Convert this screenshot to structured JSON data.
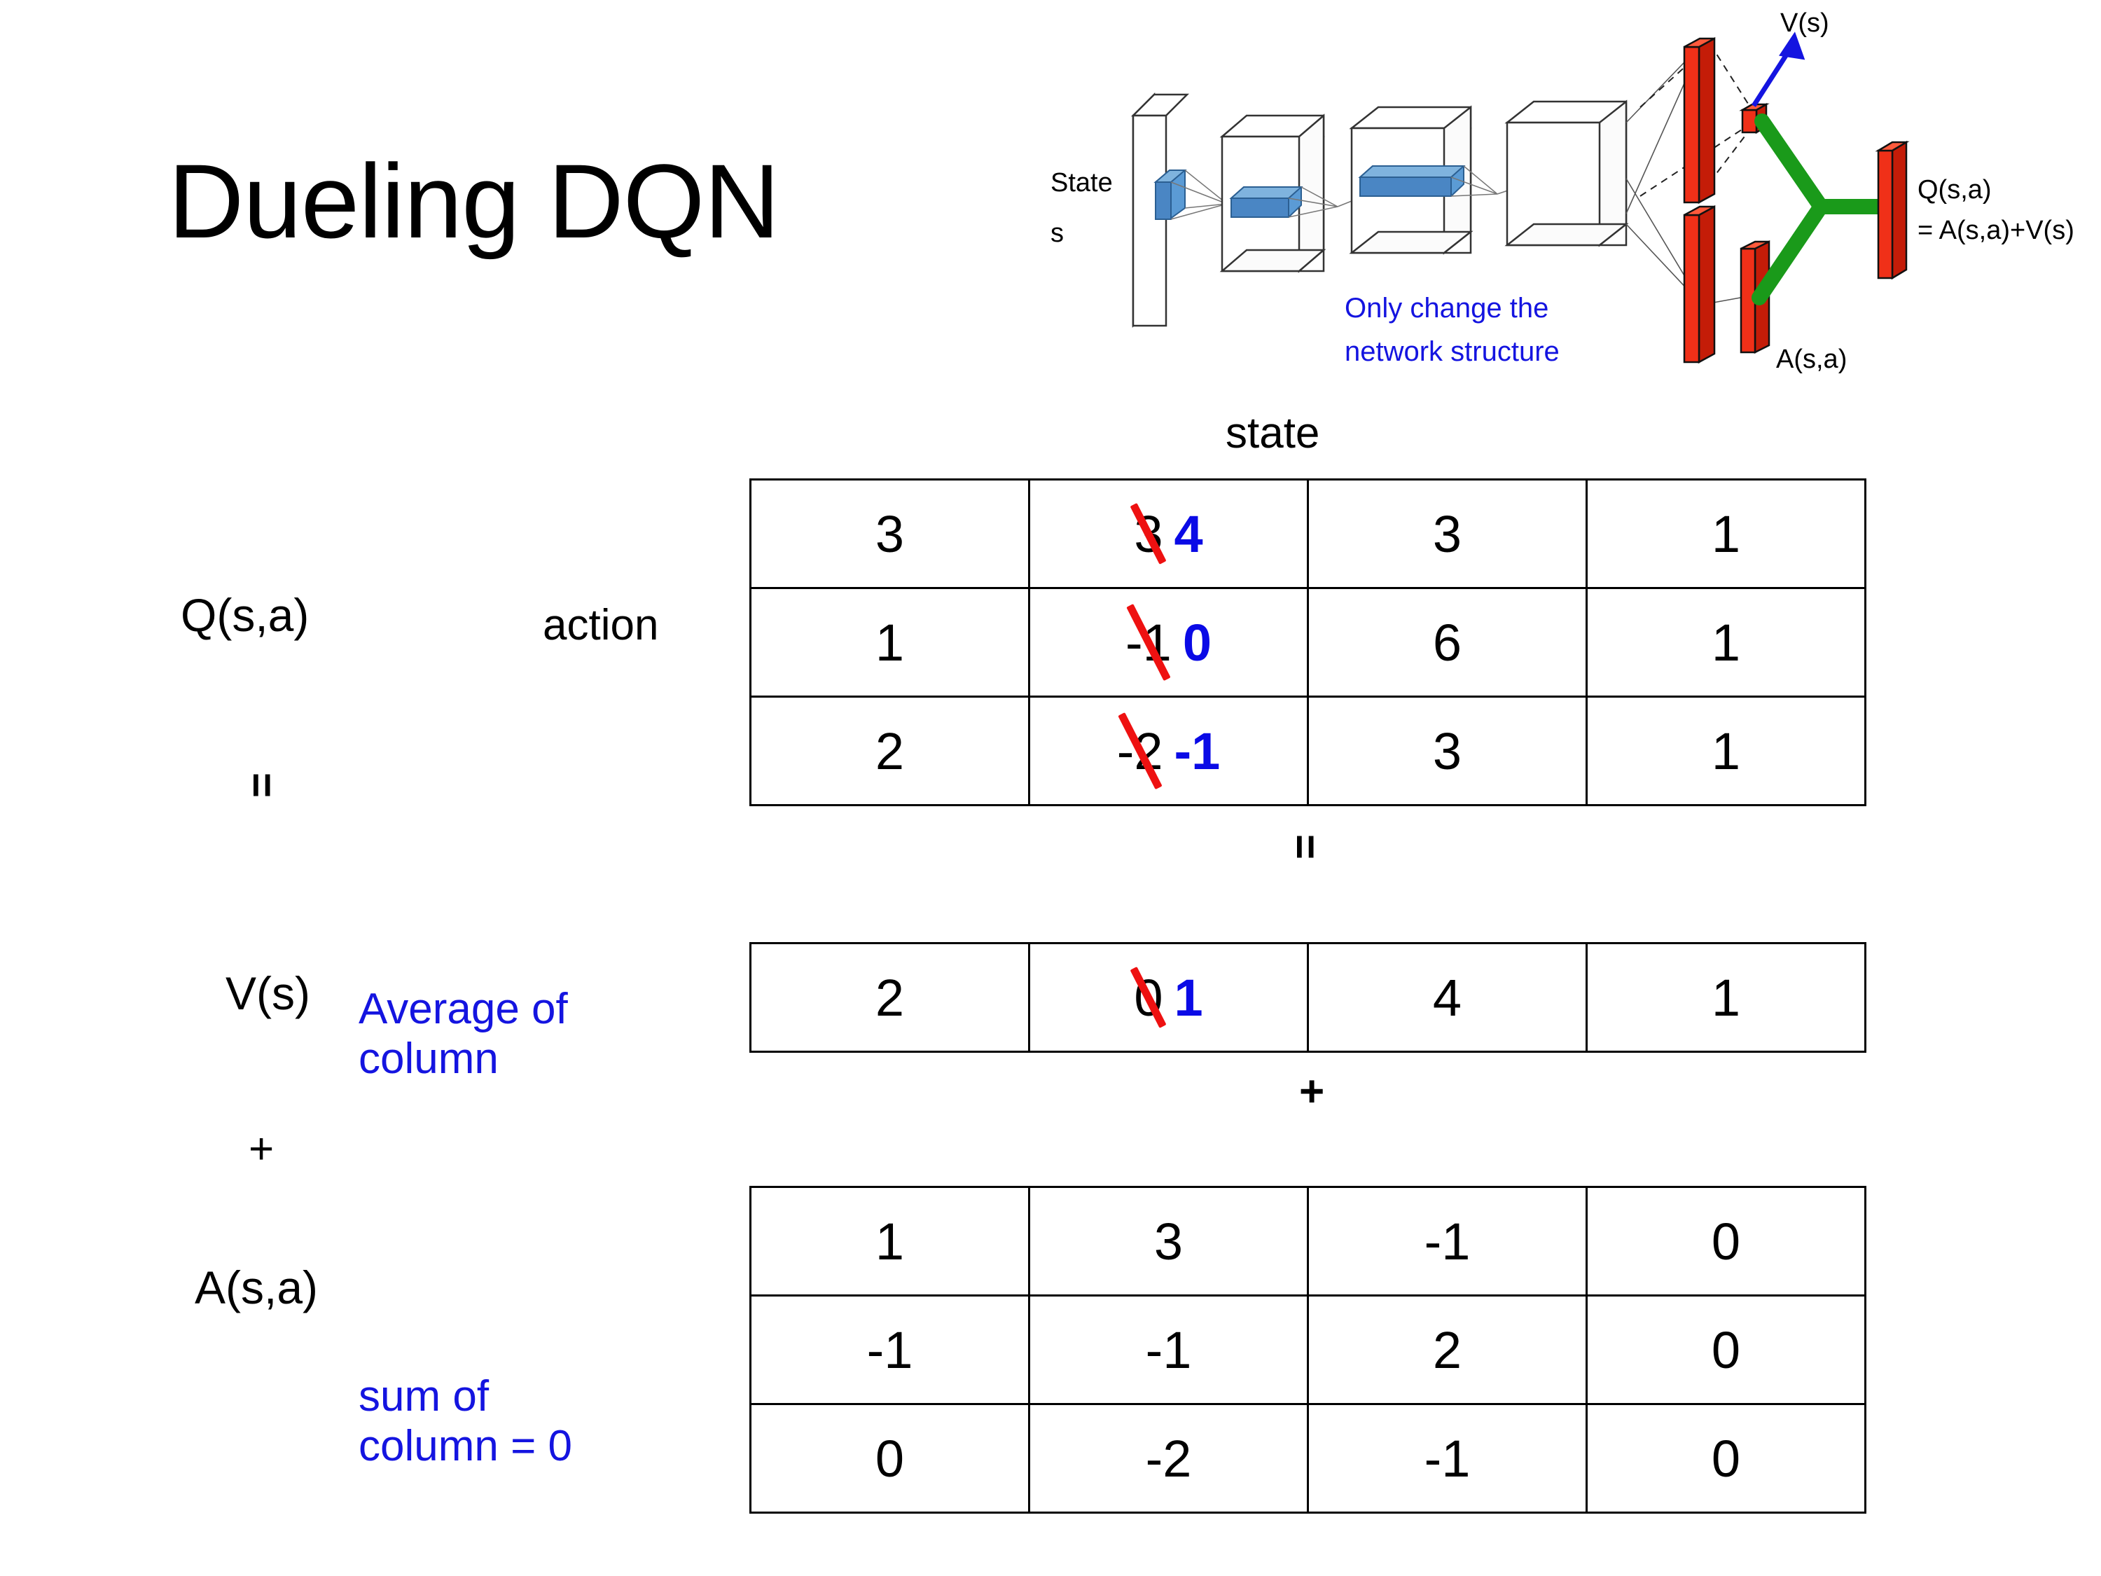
{
  "slide": {
    "title": "Dueling DQN"
  },
  "diagram": {
    "state_label_line1": "State",
    "state_label_line2": "s",
    "note": {
      "line1": "Only change the",
      "line2": "network structure"
    },
    "value_head_label": "V(s)",
    "advantage_head_label": "A(s,a)",
    "q_head_label_line1": "Q(s,a)",
    "q_head_label_line2": "= A(s,a)+V(s)",
    "colors": {
      "filter_blue": "#5b9bd5",
      "output_red": "#f03018",
      "merge_green": "#1a9a1a",
      "value_arrow_blue": "#1414e0",
      "note_blue": "#1414e0"
    }
  },
  "axes": {
    "columns_header": "state",
    "rows_header": "action"
  },
  "labels": {
    "q": "Q(s,a)",
    "v": "V(s)",
    "a": "A(s,a)",
    "equals": "=",
    "plus": "+"
  },
  "notes": {
    "average_of_column_line1": "Average of",
    "average_of_column_line2": "column",
    "sum_of_column_line1": "sum of",
    "sum_of_column_line2": "column = 0"
  },
  "operators": {
    "between_q_and_v": "=",
    "between_v_and_a": "+"
  },
  "chart_data": {
    "type": "table",
    "title": "Dueling DQN: Q(s,a) = V(s) + A(s,a)",
    "xlabel": "state",
    "ylabel": "action",
    "annotations": [
      "Average of column",
      "sum of column = 0",
      "Only change the network structure"
    ],
    "tables": [
      {
        "name": "Q(s,a)",
        "rows": 3,
        "cols": 4,
        "values": [
          [
            3,
            3,
            3,
            1
          ],
          [
            1,
            -1,
            6,
            1
          ],
          [
            2,
            -2,
            3,
            1
          ]
        ],
        "edits": [
          {
            "row": 0,
            "col": 1,
            "old": 3,
            "new": 4
          },
          {
            "row": 1,
            "col": 1,
            "old": -1,
            "new": 0
          },
          {
            "row": 2,
            "col": 1,
            "old": -2,
            "new": -1
          }
        ]
      },
      {
        "name": "V(s)",
        "rows": 1,
        "cols": 4,
        "values": [
          [
            2,
            0,
            4,
            1
          ]
        ],
        "edits": [
          {
            "row": 0,
            "col": 1,
            "old": 0,
            "new": 1
          }
        ]
      },
      {
        "name": "A(s,a)",
        "rows": 3,
        "cols": 4,
        "values": [
          [
            1,
            3,
            -1,
            0
          ],
          [
            -1,
            -1,
            2,
            0
          ],
          [
            0,
            -2,
            -1,
            0
          ]
        ],
        "edits": []
      }
    ]
  },
  "q_table": {
    "r0": {
      "c0": "3",
      "c1_old": "3",
      "c1_new": "4",
      "c2": "3",
      "c3": "1"
    },
    "r1": {
      "c0": "1",
      "c1_old": "-1",
      "c1_new": "0",
      "c2": "6",
      "c3": "1"
    },
    "r2": {
      "c0": "2",
      "c1_old": "-2",
      "c1_new": "-1",
      "c2": "3",
      "c3": "1"
    }
  },
  "v_table": {
    "r0": {
      "c0": "2",
      "c1_old": "0",
      "c1_new": "1",
      "c2": "4",
      "c3": "1"
    }
  },
  "a_table": {
    "r0": {
      "c0": "1",
      "c1": "3",
      "c2": "-1",
      "c3": "0"
    },
    "r1": {
      "c0": "-1",
      "c1": "-1",
      "c2": "2",
      "c3": "0"
    },
    "r2": {
      "c0": "0",
      "c1": "-2",
      "c2": "-1",
      "c3": "0"
    }
  }
}
